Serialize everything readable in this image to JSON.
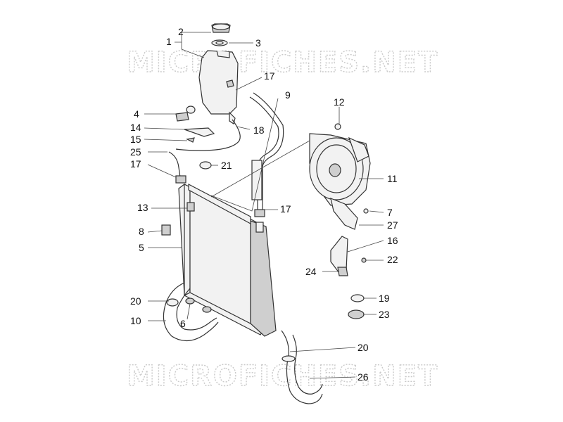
{
  "watermarks": [
    "MICROFICHES.NET",
    "MICROFICHES.NET"
  ],
  "callouts": [
    "1",
    "2",
    "3",
    "17",
    "9",
    "4",
    "18",
    "14",
    "15",
    "25",
    "21",
    "17",
    "12",
    "11",
    "7",
    "27",
    "13",
    "17",
    "8",
    "5",
    "16",
    "22",
    "24",
    "20",
    "19",
    "10",
    "6",
    "23",
    "20",
    "26"
  ]
}
